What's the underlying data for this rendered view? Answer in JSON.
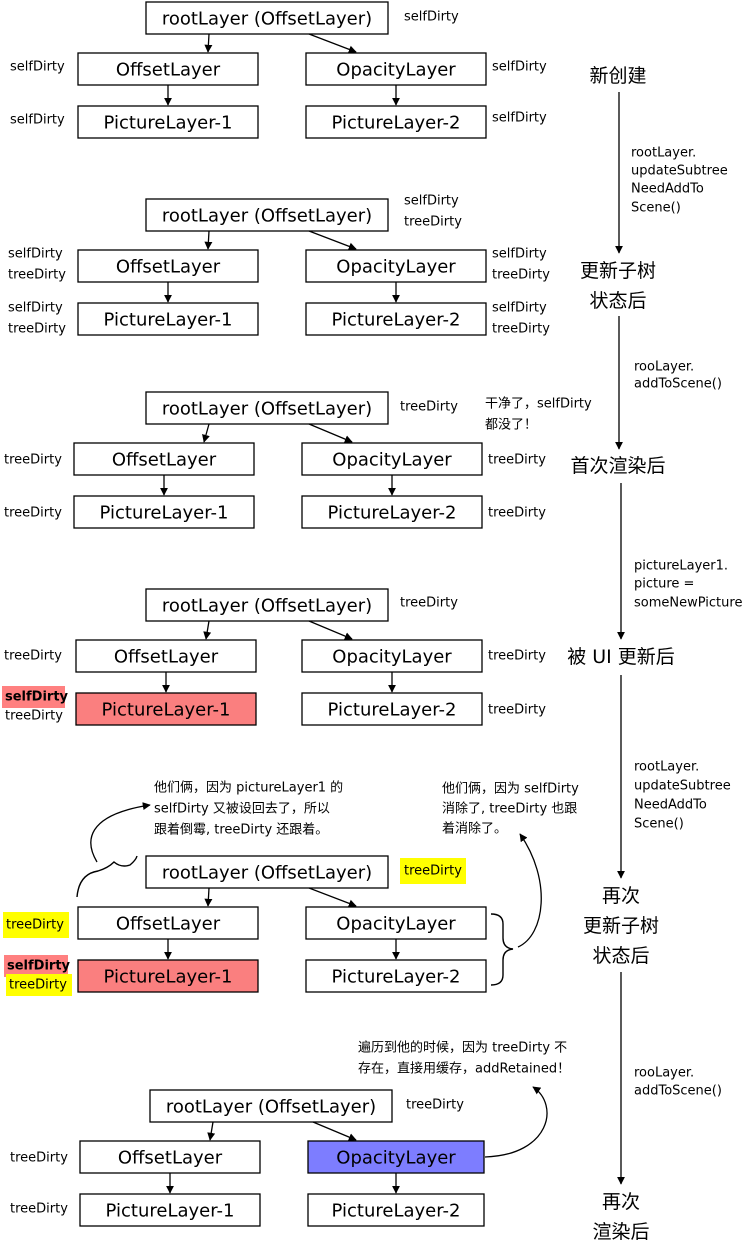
{
  "colors": {
    "red_fill": "#fa7f7f",
    "blue_fill": "#7d7dff",
    "yellow_highlight": "#ffff00",
    "red_highlight": "#ff8080",
    "stroke": "#000000"
  },
  "nodes": {
    "root": "rootLayer (OffsetLayer)",
    "offset": "OffsetLayer",
    "opacity": "OpacityLayer",
    "pic1": "PictureLayer-1",
    "pic2": "PictureLayer-2"
  },
  "tags": {
    "self": "selfDirty",
    "tree": "treeDirty"
  },
  "steps": [
    "新创建",
    "更新子树",
    "状态后",
    "首次渲染后",
    "被 UI 更新后",
    "再次",
    "更新子树",
    "状态后",
    "再次",
    "渲染后"
  ],
  "code_labels": [
    "rootLayer.",
    "updateSubtree",
    "NeedAddTo",
    "Scene()",
    "rooLayer.",
    "addToScene()",
    "pictureLayer1.",
    "picture =",
    "someNewPicture",
    "rootLayer.",
    "updateSubtree",
    "NeedAddTo",
    "Scene()",
    "rooLayer.",
    "addToScene()"
  ],
  "notes": {
    "clean": [
      "干净了，selfDirty",
      "都没了！"
    ],
    "left": [
      "他们俩，因为 pictureLayer1 的",
      "selfDirty 又被设回去了，所以",
      "跟着倒霉, treeDirty 还跟着。"
    ],
    "right": [
      "他们俩，因为 selfDirty",
      "消除了, treeDirty 也跟",
      "着消除了。"
    ],
    "retained": [
      "遍历到他的时候，因为 treeDirty 不",
      "存在，直接用缓存，addRetained！"
    ]
  }
}
